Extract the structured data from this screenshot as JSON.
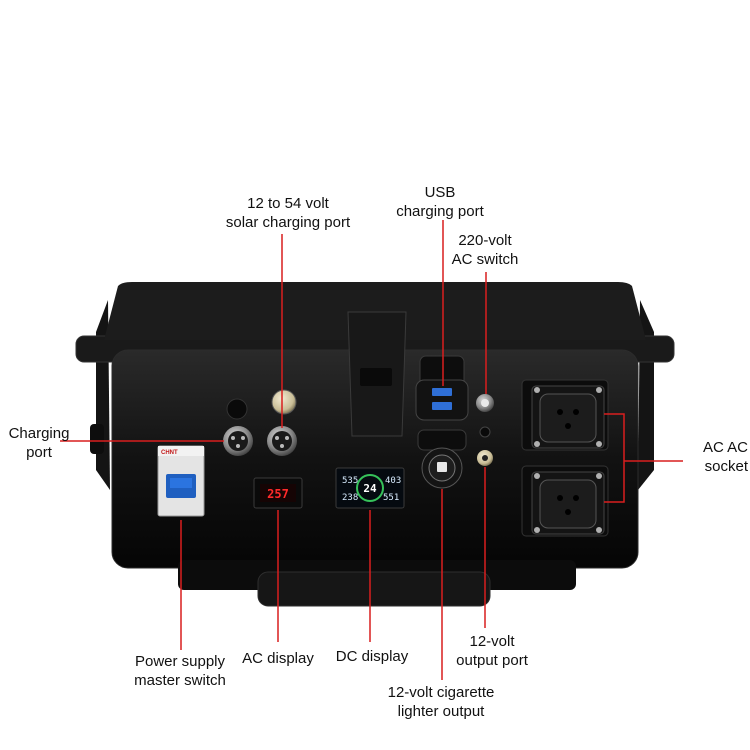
{
  "labels": {
    "solar_port": "12 to 54 volt\nsolar charging port",
    "usb_port": "USB\ncharging port",
    "ac_switch": "220-volt\nAC switch",
    "charging_port": "Charging\nport",
    "ac_socket": "AC AC\nsocket",
    "master_switch": "Power supply\nmaster switch",
    "ac_display": "AC display",
    "dc_display": "DC display",
    "dc_output": "12-volt\noutput port",
    "cigarette_output": "12-volt cigarette\nlighter output"
  },
  "device": {
    "breaker_brand": "CHNT",
    "ac_display_value": "257",
    "dc_display": {
      "top_left": "535",
      "center": "24",
      "top_right": "403",
      "bottom_left": "238",
      "bottom_right": "551"
    }
  },
  "colors": {
    "leader_line": "#d91e1e",
    "case": "#101010",
    "breaker_handle": "#1f5fc0"
  }
}
